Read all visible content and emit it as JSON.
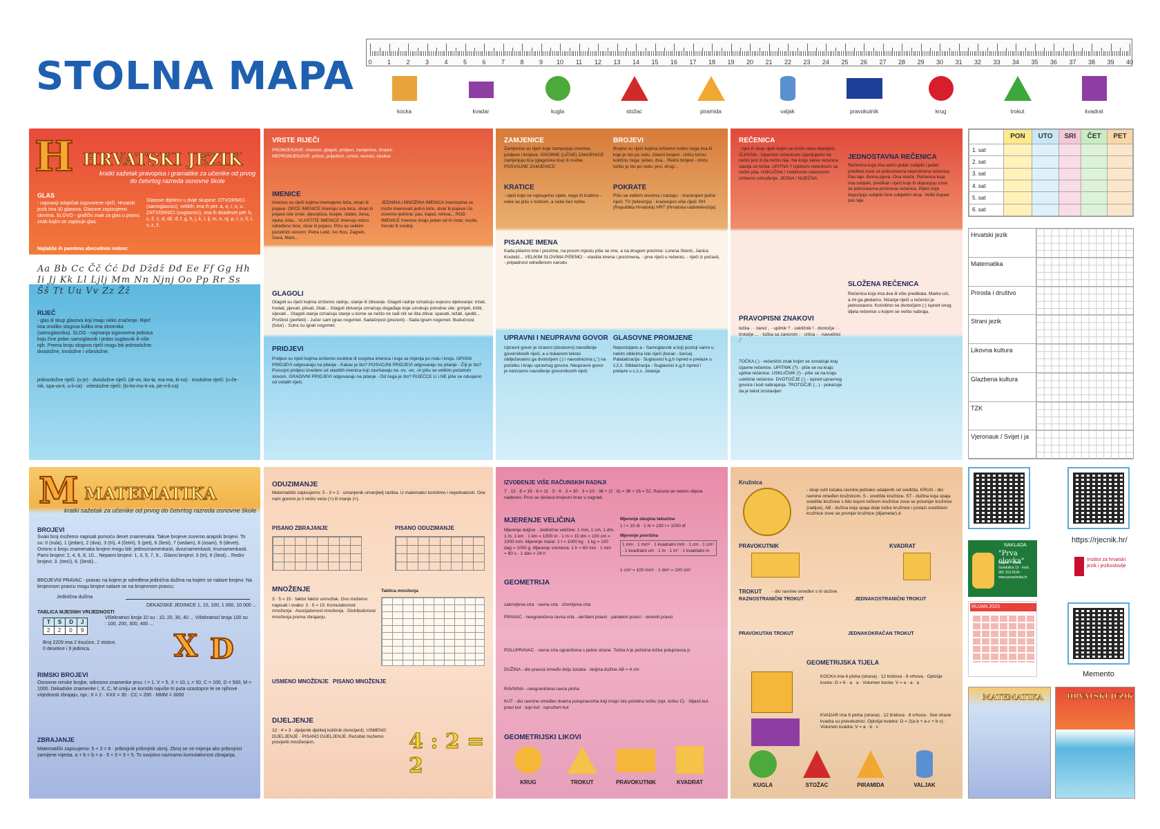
{
  "header": {
    "title": "STOLNA MAPA"
  },
  "ruler": {
    "numbers": [
      "0",
      "1",
      "2",
      "3",
      "4",
      "5",
      "6",
      "7",
      "8",
      "9",
      "10",
      "11",
      "12",
      "13",
      "14",
      "15",
      "16",
      "17",
      "18",
      "19",
      "20",
      "21",
      "22",
      "23",
      "24",
      "25",
      "26",
      "27",
      "28",
      "29",
      "30",
      "31",
      "32",
      "33",
      "34",
      "35",
      "36",
      "37",
      "38",
      "39",
      "40"
    ]
  },
  "shapes": [
    {
      "label": "kocka",
      "color": "#e8a33a"
    },
    {
      "label": "kvadar",
      "color": "#8e3ea3"
    },
    {
      "label": "kugla",
      "color": "#4caa3a"
    },
    {
      "label": "stožac",
      "color": "#d12a2a"
    },
    {
      "label": "piramida",
      "color": "#f0a832"
    },
    {
      "label": "valjak",
      "color": "#5a8fd0"
    },
    {
      "label": "pravokutnik",
      "color": "#1e3f9a"
    },
    {
      "label": "krug",
      "color": "#d81e2a"
    },
    {
      "label": "trokut",
      "color": "#3aa83a"
    },
    {
      "label": "kvadrat",
      "color": "#8e3ea3"
    }
  ],
  "hrvatski": {
    "title": "HRVATSKI JEZIK",
    "subtitle": "kratki sažetak pravopisa i gramatike za učenike od prvog do četvrtog razreda osnovne škole",
    "glas_head": "GLAS",
    "glas_text": "- najmanji odsječak izgovorene riječi. Hrvatski jezik ima 30 glasova. Glasove zapisujemo slovima. SLOVO - grafički znak za glas u pismu: znak kojim se zapisuje glas",
    "glasovi_text": "Glasove dijelimo u dvije skupine: OTVORNICI (samoglasnici), velikih: ima ih pet: a, e, i, o, u. ZATVORNICI (suglasnici), ima ih dvadeset pet: b, c, č, ć, d, dž, đ, f, g, h, j, k, l, lj, m, n, nj, p, r, s, š, t, v, z, ž.",
    "abeceda_note": "Najlakše ih pamtimo abecednim redom:",
    "abeceda_hand": "Aa Bb Cc Čč Ćć Dd Dždž Đđ Ee Ff Gg Hh Ii Jj Kk Ll Ljlj Mm Nn Njnj Oo Pp Rr Ss Šš Tt Uu Vv Zz Žž",
    "rijec_head": "RIJEČ",
    "rijec_text": "- glas ili skup glasova koji imaju neko značenje. Riječ ima onoliko slogova koliko ima otvornika (samoglasnika). SLOG - najmanja izgovorena jedinica koju čine jedan samoglasnik i jedan suglasnik ili više njih. Prema broju slogova riječi mogu biti jednosložne, dvosložne, trosložne i višesložne.",
    "rijec_examples": "jednosložne riječi: (u-je) · dvosložne riječi: (dr-vo, iko-la, ma-ma, ki-no) · trosložne riječi: (u-če-nik, spa-va-ti, u-li-ca) · višesložne riječi: (lo-ko-mo-ti-va, pe-ri-li-ca)"
  },
  "col2": {
    "vrste_head": "VRSTE RIJEČI",
    "vrste_text": "PROMJENJIVE: imenice, glagoli, pridjevi, zamjenice, brojevi · NEPROMJENJIVE: prilozi, prijedlozi, uzvici, veznici, čestice",
    "imenice_head": "IMENICE",
    "imenice_text": "Imenice su riječi kojima imenujemo bića, stvari ili pojave. OPĆE IMENICE Imenuju sva bića, stvari ili pojave iste vrste: djevojčica, čovjek, stablo, žena, rijeka, kiša... VLASTITE IMENICE Imenuju točno određeno biće, stvar ili pojavu. Pišu se velikim početnim slovom: Petra Letić, Ivo Kos, Zagreb, Sava, Mars...",
    "jednina_text": "JEDNINA I MNOŽINA IMENICA Imenicama se može imenovati jedno biće, stvar ili pojava i to zovemo jednina: pas, kaput, mrkva... ROD IMENICE Imenice imaju jedan od tri roda: muški, ženski ili srednji.",
    "glagoli_head": "GLAGOLI",
    "glagoli_text": "Glagoli su riječi kojima izričemo radnju, stanje ili zbivanje. Glagoli radnje označuju ovjesno djelovanje: trčati, hodati, pjevati, plivati, čitati... Glagoli zbivanja označuju događaje koje uzrokuju prirodne sile: grmjeti, kišiti, sijevati... Glagoli stanja označuju stanje u kome se nešto ne radi niti se išta zbiva: spavati, ležati, sjediti... Prošlost (perfekt) - Jučer sam igrao nogomet. Sadašnjost (prezent) - Sada igram nogomet. Budućnost (futur) - Sutra ću igrati nogomet.",
    "pridjevi_head": "PRIDJEVI",
    "pridjevi_text": "Pridjevi su riječi kojima izričemo osobine ili svojstva imenica i koja se mijenja po rodu i broju. OPISNI PRIDJEVI odgovaraju na pitanje - Kakav je što? POSVOJNI PRIDJEVI odgovaraju na pitanje - Čiji je što? Posvojni pridjevi izvedeni od vlastitih imenica koji završavaju na -ov, -ev, -in pišu se velikim početnim slovom. GRADIVNI PRIDJEVI odgovaraju na pitanje - Od čega je što? RIJEČCE LI i NE piše se odvojeno od ostalih riječi."
  },
  "col3": {
    "zamjenice_head": "ZAMJENICE",
    "zamjenice_text": "Zamjenice su riječi koje zamjenjuju imenice, pridjeve i brojeve. OSOBNE (LIČNE) ZAMJENICE zamjenjuju lica (glagolska lica) ili osobe. POSVOJNE ZAMJENICE",
    "brojevi_head": "BROJEVI",
    "brojevi_text": "Brojevi su riječi kojima izričemo koliko čega ima ili koje je što po redu. Glavni brojevi - izriču točnu količinu čega: jedan, dva... Redni brojevi - izriču točku je što po redu: prvi, drugi...",
    "kratice_head": "KRATICE",
    "kratice_text": "- riječi koje ne ispisujemo cijele, nego ih kratimo - neke se pišu s točkom, a neke bez točke",
    "pokrate_head": "POKRATE",
    "pokrate_text": "Pišu se velikim slovima i nastaju: - kraćenjem jedne riječi: TV (televizija) - kraćenjem više riječi: RH (Republika Hrvatska) HRT (Hrvatska radiotelevizija)",
    "pisanje_head": "PISANJE IMENA",
    "pisanje_text": "Kada pišemo ime i prezime, na prvom mjestu piše se ime, a na drugom prezime: Lorena Stonić, Janica Kostelić... VELIKIM SLOVIMA PIŠEMO: - vlastita imena i prezimena, - prve riječi u rečenici, - riječi iz počasti, - pripadnost određenom narodu",
    "upravni_head": "UPRAVNI I NEUPRAVNI GOVOR",
    "upravni_text": "Upravni govor je izravno (doslovno) navođenje govornikovih riječi, a u tiskanom tekstu obilježavamo ga dvotočjem (:) i navodnicima („“) na početku i kraju upravnog govora. Neupravni govor je neizravno navođenje govornikovih riječi.",
    "glasovne_head": "GLASOVNE PROMJENE",
    "glasovne_text": "Nepostojano a - Samoglasnik a koji postoji samo u nekim oblicima iste riječi (borac - borca). Palatalizacija - Suglasnici k,g,h ispred e prelaze u č,ž,š. Sibilarizacija - Suglasnici k,g,h ispred i prelaze u c,z,s. Jotacija"
  },
  "col4": {
    "recenica_head": "REČENICA",
    "recenica_text": "- riječ ili skup riječi kojim se izriče neka obavijest. IZJAVNA - Izjavnom rečenicom izjavljujemo da nešto jest ili da nešto nije. Na kraju takve rečenice stavlja se točka. UPITNA ? Upitnom rečenicom se nešto pita. USKLIČNA ! Usklićnom rečenicom izričemo uzbuđenje. JESNA / NIJEČNA",
    "jednostavna_head": "JEDNOSTAVNA REČENICA",
    "jednostavna_text": "Rečenica koja ima samo jedan subjekt i jedan predikat zove se jednostavna neproširena rečenica. Pas laje. Borna pjeva. Ona skače. Rečenica koja ima subjekt, predikat i riječi koje ih dopunjuju zove se jednostavna proširena rečenica. Rijeci koje dopunjuju subjekt čine subjektni skup. Veliki čupavi pas laje.",
    "slozena_head": "SLOŽENA REČENICA",
    "slozena_text": "Rečenica koja ima dva ili više predikata. Marko uči, a mi ga gledamo. Nizanje riječi u rečenici je jednostavno. Koristimo se dvotočjem (:) ispred onog dijela rečenice u kojem se nešto nabraja.",
    "pravopisni_head": "PRAVOPISNI ZNAKOVI",
    "pravopisni_list": "točka . · zarez , · upitnik ? · uskličnik ! · dvotočje : · trotočje ... · točka sa zarezom ; · crtica - · navodnici „“",
    "pravopisni_text": "TOČKA (.) - rečenični znak kojim se označuje kraj izjavne rečenice. UPITNIK (?) - piše se na kraju upitne rečenice. USKLIČNIK (!) - piše se na kraju usklične rečenice. DVOTOČJE (:) - ispred upravnog govora i kod nabrajanja. TROTOČJE (...) - pokazuje da je tekst izostavljen"
  },
  "matematika": {
    "title": "MATEMATIKA",
    "subtitle": "kratki sažetak za učenike od prvog do četvrtog razreda osnovne škole",
    "brojevi_head": "BROJEVI",
    "brojevi_text": "Svaki broj možemo napisati pomoću deset znamenaka. Takve brojeve zovemo arapski brojevi. To su: 0 (nula), 1 (jedan), 2 (dva), 3 (tri), 4 (četiri), 5 (pet), 6 (šest), 7 (sedam), 8 (osam), 9 (devet). Ovisno o broju znamenaka brojevi mogu biti: jednoznamenkasti, dvoznamenkasti, troznamenkasti. Parni brojevi: 2, 4, 6, 8, 10... Neparni brojevi: 1, 3, 5, 7, 9... Glavni brojevi: 3 (tri), 6 (šest)... Redni brojevi: 3. (treći), 6. (šesti)...",
    "pravac_text": "BROJEVNI PRAVAC - pravac na kojem je određena jedinična dužina na kojem se nalaze brojevi. Na brojevnom pravcu mogu brojevi nalaze se na brojevnom pravcu.",
    "jedinicna": "Jedinična dužina",
    "dekadske": "DEKADSKE JEDINICE 1, 10, 100, 1 000, 10 000 ...",
    "tablica_head": "TABLICA MJESNIH VRIJEDNOSTI",
    "tablica_cols": [
      "T",
      "S",
      "D",
      "J"
    ],
    "tablica_vals": [
      "2",
      "2",
      "0",
      "9"
    ],
    "visekratnici": "Višekratnici broja 10 su : 10, 20, 30, 40 ... Višekratnici broja 100 su : 100, 200, 300, 400 ...",
    "broj_text": "Broj 2209 ima 2 tisućice, 2 stotice, 0 desetice i 9 jedinica.",
    "rimski_head": "RIMSKI BROJEVI",
    "rimski_text": "Osnovne rimske brojke, odnosno znamenke jesu: I = 1, V = 5, X = 10, L = 50, C = 100, D = 500, M = 1000. Dekadske znamenke I, X, C, M smiju se koristiti najviše tri puta uzastopce te se njihove vrijednosti zbrajaju, npr.: II = 2 · XXX = 30 · CC = 200 · MMM = 3000",
    "zbrajanje_head": "ZBRAJANJE",
    "zbrajanje_text": "Matematički zapisujemo: 5 + 3 = 8 · pribrojnik pribrojnik zbroj. Zbroj se ne mijenja ako pribrojnici zamijene mjesta. a + b = b + a · 5 + 3 = 3 + 5. To svojstvo nazivamo komutativnost zbrajanja."
  },
  "mcol2": {
    "oduzimanje_head": "ODUZIMANJE",
    "oduzimanje_text": "Matematički zapisujemo: 5 - 3 = 2 · umanjenik umanjitelj razlika. U matematici koristimo i nejednakosti. One nam govore je li nešto veće (>) ili manje (<).",
    "pisano_zbr": "PISANO ZBRAJANJE",
    "pisano_odu": "PISANO ODUZIMANJE",
    "mnozenje_head": "MNOŽENJE",
    "mnozenje_text": "3 · 5 = 15 · faktor faktor umnožak. Ovo možemo napisati i ovako: 3 · 5 = 15. Komutativnost množenja · Asocijativnost množenja · Distributivnost množenja prema zbrajanju.",
    "tablica_mn": "Tablica množenja",
    "usmeno_mn": "USMENO MNOŽENJE",
    "pisano_mn": "PISANO MNOŽENJE",
    "dijeljenje_head": "DIJELJENJE",
    "dijeljenje_text": "12 : 4 = 3 · djeljenik djelitelj količnik (kvocijent). USMENO DIJELJENJE · PISANO DIJELJENJE. Rezultat možemo provjeriti množenjem."
  },
  "mcol3": {
    "izvodenje_head": "IZVOĐENJE VIŠE RAČUNSKIH RADNJI",
    "izvodenje_text": "7 · 12 · 8 = 19 · 8 = 11 · 5 · 6 · 3 = 30 · 3 = 10 · 36 + (2 · 8) = 36 + 16 = 52. Računa se redom slijeva nadesno. Prvo se rješava brojevni izraz u zagradi.",
    "mjerenje_head": "MJERENJE VELIČINA",
    "mjerenje_text": "Mjerenje duljine · Jedinične veličine: 1 mm, 1 cm, 1 dm, 1 m, 1 km · 1 km = 1000 m · 1 m = 10 dm = 100 cm = 1000 mm. Mjerenje mase: 1 t = 1000 kg · 1 kg = 100 dag = 1000 g. Mjerenje vremena: 1 h = 60 min · 1 min = 60 s · 1 dan = 24 h",
    "obujam_head": "Mjerenje obujma tekućine",
    "obujam_text": "1 l = 10 dl · 1 hl = 100 l = 1000 dl",
    "povrsina_head": "Mjerenje površina",
    "povrsina_rows": "1 mm · 1 mm² · 1 kvadratni mm · 1 cm · 1 cm² · 1 kvadratni cm · 1 m · 1 m² · 1 kvadratni m",
    "povrsina_note": "1 cm² = 100 mm² · 1 dm² = 100 cm²",
    "geometrija_head": "GEOMETRIJA",
    "linije": "zakrivljena crta · ravna crta · izlomljena crta",
    "pravac": "PRAVAC - neograničena ravna crta · ukršteni pravci · paralelni pravci · okomiti pravci",
    "polupravac": "POLUPRAVAC - ravna crta ograničena s jedne strane. Točka A je početna točka polupravca p.",
    "duzina": "DUŽINA - dio pravca između dviju točaka · duljina dužine AB = 4 cm",
    "ravnina": "RAVNINA - neograničena ravna ploha",
    "kut": "KUT - dio ravnine omeđen dvama polupravcima koji imaju istu početnu točku (npr. točku C) · šiljasti kut · pravi kut · tupi kut · ispruženi kut",
    "likovi_head": "GEOMETRIJSKI LIKOVI",
    "likovi": [
      "KRUG",
      "TROKUT",
      "PRAVOKUTNIK",
      "KVADRAT"
    ]
  },
  "mcol4": {
    "kruznica_head": "Kružnica",
    "kruznica_text": "- skup svih točaka ravnine jednako udaljenih od središta. KRUG - dio ravnine omeđen kružnicom. S - središte kružnice. ST - dužina koja spaja središte kružnice s bilo kojom točkom kružnice zove se polumjer kružnice (radijus). AB - dužina koja spaja dvije točke kružnice i prolazi središtem kružnice zove se promjer kružnice (dijametar) d.",
    "pravokutnik_head": "PRAVOKUTNIK",
    "kvadrat_head": "KVADRAT",
    "trokut_head": "TROKUT",
    "trokut_text": "- dio ravnine omeđen s tri dužine.",
    "raznostranicni_head": "RAZNOSTRANIČNI TROKUT",
    "jednakostranicni_head": "JEDNAKOSTRANIČNI TROKUT",
    "pravokutan_head": "PRAVOKUTAN TROKUT",
    "jednakokracan_head": "JEDNAKOKRAČAN TROKUT",
    "tijela_head": "GEOMETRIJSKA TIJELA",
    "kocka_text": "KOCKA ima 6 ploha (strana) · 12 bridova · 8 vrhova · Oplošje kocke: O = 6 · a · a · Volumen kocke: V = a · a · a",
    "kvadar_text": "KVADAR ima 6 ploha (strana) · 12 bridova · 8 vrhova · Sve strane kvadra su pravokutnici. Oplošje kvadra: O = 2(a·b + a·c + b·c) · Volumen kvadra: V = a · b · c",
    "tijela": [
      "KUGLA",
      "STOŽAC",
      "PIRAMIDA",
      "VALJAK"
    ]
  },
  "schedule": {
    "days": [
      "PON",
      "UTO",
      "SRI",
      "ČET",
      "PET"
    ],
    "day_colors": [
      "#ffe98a",
      "#c9e7f6",
      "#f5c6d6",
      "#c7ecc1",
      "#f9d6a8"
    ],
    "hours": [
      "1. sat",
      "2. sat",
      "3. sat",
      "4. sat",
      "5. sat",
      "6. sat"
    ]
  },
  "grades": {
    "subjects": [
      "Hrvatski jezik",
      "Matematika",
      "Priroda i društvo",
      "Strani jezik",
      "Likovna kultura",
      "Glazbena kultura",
      "TZK",
      "Vjeronauk / Svijet i ja"
    ]
  },
  "side": {
    "rjecnik": "https://rjecnik.hr/",
    "memento": "Memento",
    "naklada": "NAKLADA",
    "publisher": "\"Prva olovka\"",
    "publisher_addr": "Zagreb · Ivana Gundulića 13 · mob. 091 313 0104 · www.prvaolovka.hr",
    "institute": "Institut za hrvatski jezik i jezikoslovlje",
    "calendar_month": "RUJAN 2023."
  }
}
